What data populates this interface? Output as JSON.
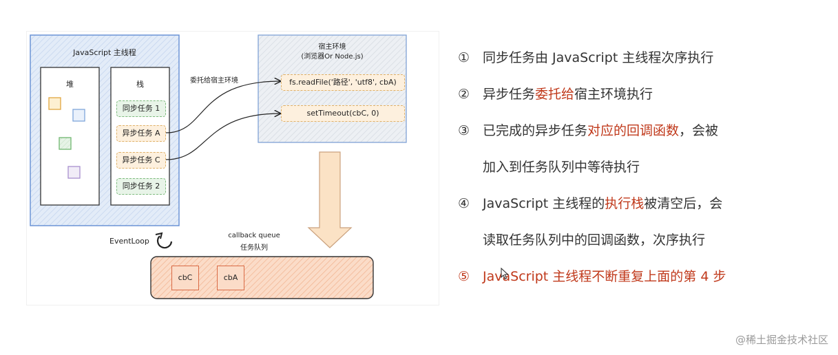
{
  "diagram": {
    "main_thread_title": "JavaScript 主线程",
    "heap_label": "堆",
    "stack_label": "栈",
    "stack_items": [
      "同步任务 1",
      "异步任务 A",
      "异步任务 C",
      "同步任务 2"
    ],
    "host_title": "宿主环境",
    "host_subtitle": "(浏览器Or Node.js)",
    "host_tasks": [
      "fs.readFile('路径', 'utf8', cbA)",
      "setTimeout(cbC, 0)"
    ],
    "delegate_label": "委托给宿主环境",
    "queue_title": "callback queue",
    "queue_subtitle": "任务队列",
    "event_loop_label": "EventLoop",
    "queue_items": [
      "cbC",
      "cbA"
    ]
  },
  "explanation": {
    "s1": {
      "num": "①",
      "text": "同步任务由 JavaScript 主线程次序执行"
    },
    "s2": {
      "num": "②",
      "a": "异步任务",
      "b": "委托给",
      "c": "宿主环境执行"
    },
    "s3": {
      "num": "③",
      "a": "已完成的异步任务",
      "b": "对应的回调函数",
      "c": "，会被",
      "line2": "加入到任务队列中等待执行"
    },
    "s4": {
      "num": "④",
      "a": "JavaScript 主线程的",
      "b": "执行栈",
      "c": "被清空后，会",
      "line2": "读取任务队列中的回调函数，次序执行"
    },
    "s5": {
      "num": "⑤",
      "text": "JavaScript 主线程不断重复上面的第 4 步"
    }
  },
  "watermark": "@稀土掘金技术社区",
  "colors": {
    "accent_red": "#c0391b",
    "main_thread_fill": "#dde8f7",
    "main_thread_border": "#6b93d6",
    "queue_fill": "#f8d3bb",
    "arrow_fill": "#fbe2c5"
  }
}
